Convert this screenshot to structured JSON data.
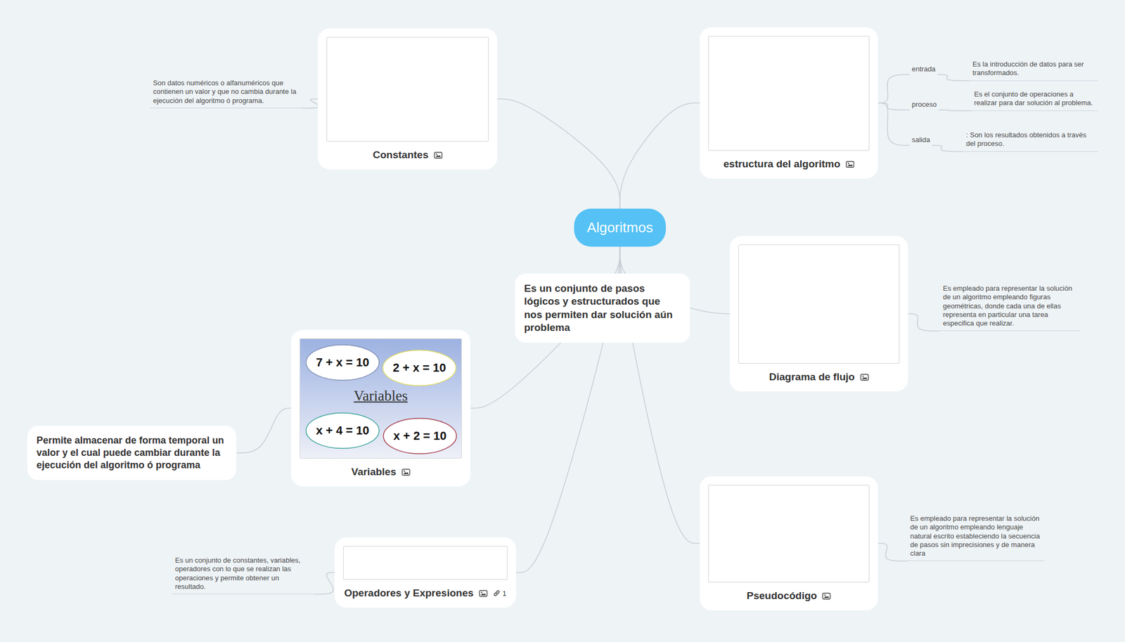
{
  "diagram": {
    "nodes": [
      {
        "text": [
          "Algoritmos"
        ]
      },
      {
        "text": [
          "Constantes"
        ]
      },
      {
        "text": [
          "Son datos numéricos o alfanuméricos que contienen un valor y que no cambia durante la ejecución del algoritmo ó programa."
        ]
      },
      {
        "text": [
          "estructura del algoritmo"
        ]
      },
      {
        "text": [
          "entrada"
        ]
      },
      {
        "text": [
          "Es la introducción de datos para ser transformados."
        ]
      },
      {
        "text": [
          "proceso"
        ]
      },
      {
        "text": [
          "Es el conjunto de operaciones a realizar para dar solución al problema."
        ]
      },
      {
        "text": [
          "salida"
        ]
      },
      {
        "text": [
          ": Son los resultados obtenidos a través del proceso."
        ]
      },
      {
        "text": [
          "Es un conjunto de pasos lógicos y estructurados que nos permiten dar solución aún problema"
        ]
      },
      {
        "text": [
          "Diagrama de flujo"
        ]
      },
      {
        "text": [
          "Es empleado para representar la solución de un algoritmo empleando figuras geométricas, donde cada una de ellas representa en particular una tarea especifica que realizar."
        ]
      },
      {
        "text": [
          "Variables"
        ]
      },
      {
        "text": [
          "Permite almacenar de forma temporal un valor y el cual puede cambiar durante la ejecución del algoritmo ó programa"
        ]
      },
      {
        "text": [
          "Operadores y Expresiones"
        ]
      },
      {
        "text": [
          "Es un conjunto de constantes, variables, operadores con lo que se realizan las operaciones y permite obtener un resultado."
        ]
      },
      {
        "text": [
          "Pseudocódigo"
        ]
      },
      {
        "text": [
          "Es empleado para representar la solución de un algoritmo empleando lenguaje natural escrito estableciendo la secuencia de pasos sin imprecisiones y de manera clara"
        ]
      }
    ],
    "edges": [
      {
        "from": 0,
        "to": 1,
        "arrow": "none"
      },
      {
        "from": 0,
        "to": 3,
        "arrow": "none"
      },
      {
        "from": 0,
        "to": 10,
        "arrow": "none"
      },
      {
        "from": 0,
        "to": 11,
        "arrow": "none"
      },
      {
        "from": 0,
        "to": 13,
        "arrow": "none"
      },
      {
        "from": 0,
        "to": 15,
        "arrow": "none"
      },
      {
        "from": 0,
        "to": 17,
        "arrow": "none"
      },
      {
        "from": 1,
        "to": 2,
        "arrow": "none"
      },
      {
        "from": 3,
        "to": 4,
        "arrow": "none"
      },
      {
        "from": 3,
        "to": 6,
        "arrow": "none"
      },
      {
        "from": 3,
        "to": 8,
        "arrow": "none"
      },
      {
        "from": 4,
        "to": 5,
        "arrow": "none"
      },
      {
        "from": 6,
        "to": 7,
        "arrow": "none"
      },
      {
        "from": 8,
        "to": 9,
        "arrow": "none"
      },
      {
        "from": 11,
        "to": 12,
        "arrow": "none"
      },
      {
        "from": 13,
        "to": 14,
        "arrow": "none"
      },
      {
        "from": 15,
        "to": 16,
        "arrow": "none"
      },
      {
        "from": 17,
        "to": 18,
        "arrow": "none"
      }
    ],
    "labels": [
      "7 + x = 10",
      "2 + x = 10",
      "x + 4 = 10",
      "x + 2 = 10",
      "Variables",
      "1"
    ]
  }
}
